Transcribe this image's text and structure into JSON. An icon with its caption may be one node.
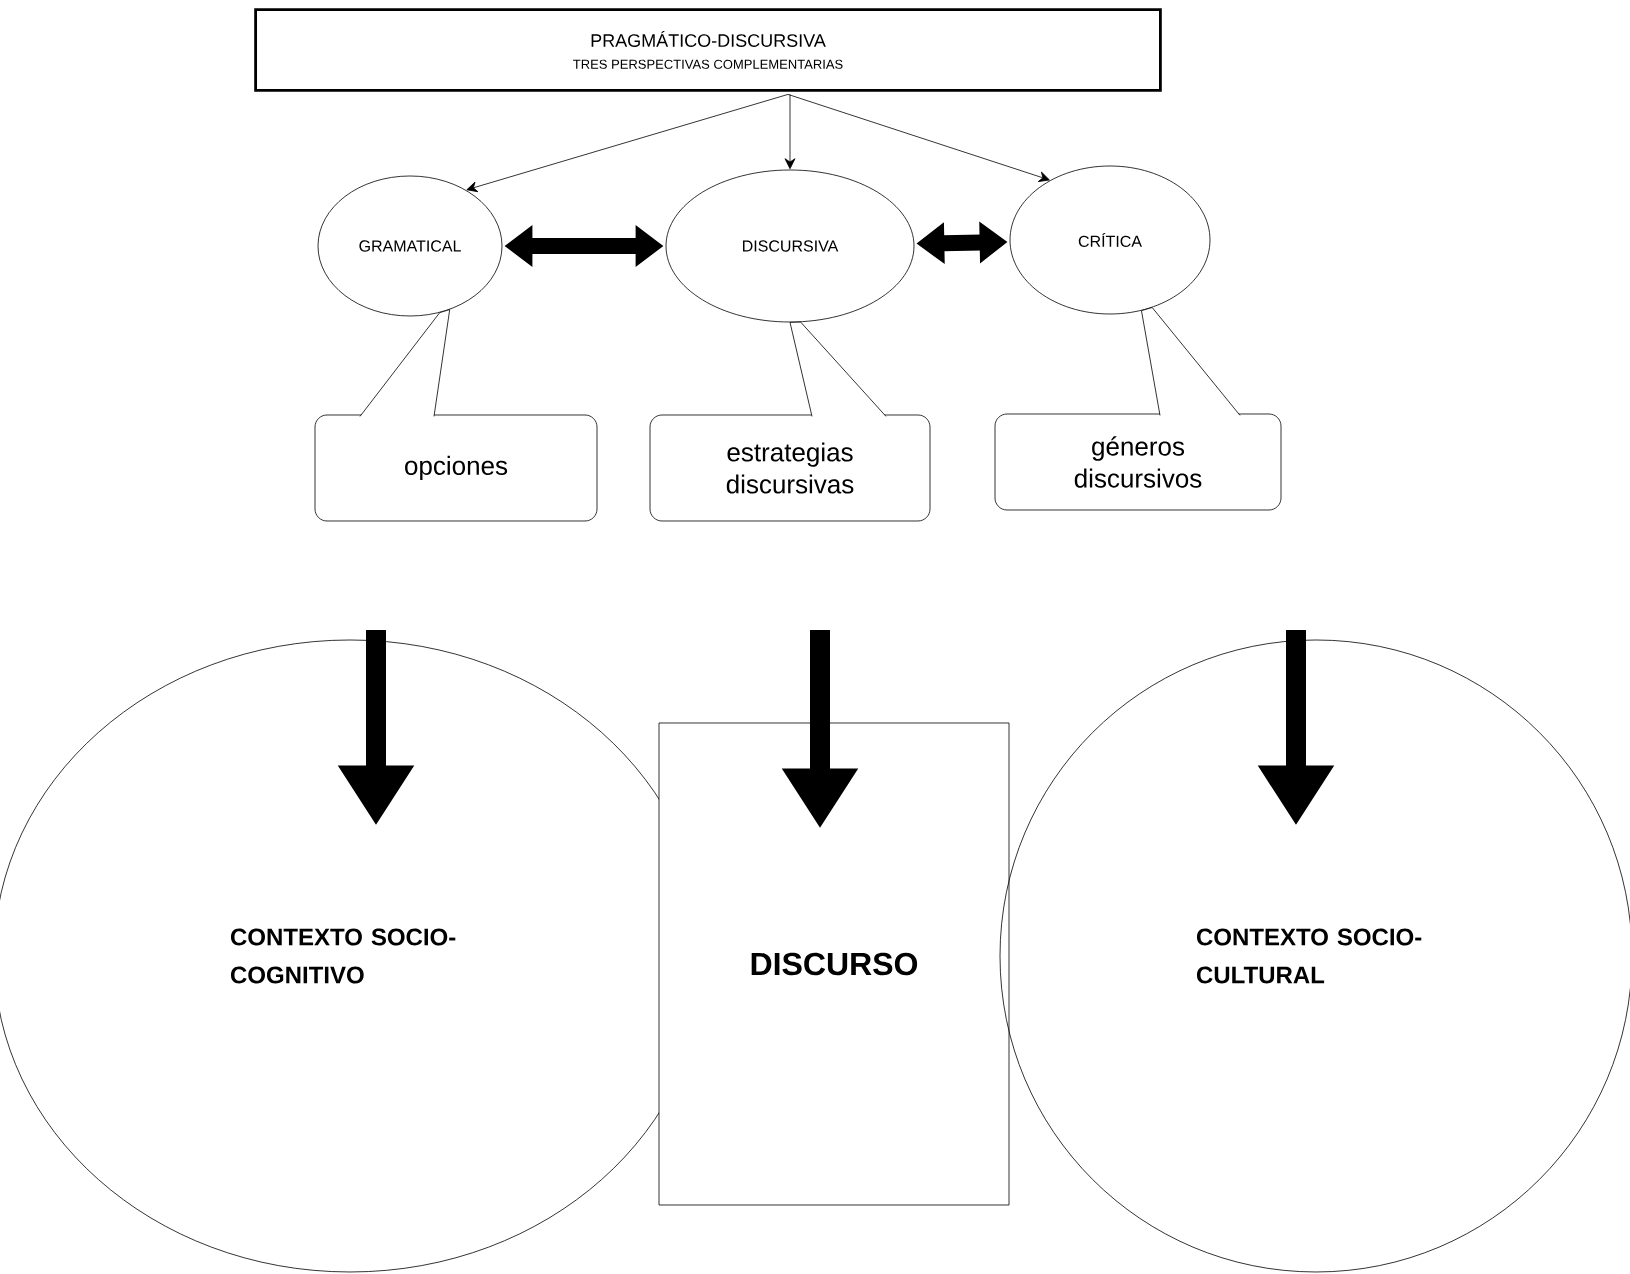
{
  "diagram": {
    "nodes": [
      {
        "text": [
          "PRAGMÁTICO-DISCURSIVA",
          "TRES PERSPECTIVAS COMPLEMENTARIAS"
        ]
      },
      {
        "text": [
          "GRAMATICAL"
        ]
      },
      {
        "text": [
          "DISCURSIVA"
        ]
      },
      {
        "text": [
          "CRÍTICA"
        ]
      },
      {
        "text": [
          "opciones"
        ]
      },
      {
        "text": [
          "estrategias discursivas"
        ]
      },
      {
        "text": [
          "géneros discursivos"
        ]
      },
      {
        "text": [
          "CONTEXTO SOCIO-COGNITIVO"
        ]
      },
      {
        "text": [
          "DISCURSO"
        ]
      },
      {
        "text": [
          "CONTEXTO SOCIO-CULTURAL"
        ]
      }
    ],
    "edges": [
      {
        "from": 0,
        "to": 1,
        "arrow": "to"
      },
      {
        "from": 0,
        "to": 2,
        "arrow": "to"
      },
      {
        "from": 0,
        "to": 3,
        "arrow": "to"
      },
      {
        "from": 1,
        "to": 2,
        "arrow": "both",
        "style": "thick"
      },
      {
        "from": 2,
        "to": 3,
        "arrow": "both",
        "style": "thick"
      },
      {
        "from": 4,
        "to": 1,
        "arrow": "none"
      },
      {
        "from": 5,
        "to": 2,
        "arrow": "none"
      },
      {
        "from": 6,
        "to": 3,
        "arrow": "none"
      },
      {
        "from": null,
        "to": 7,
        "arrow": "to",
        "style": "thick"
      },
      {
        "from": null,
        "to": 8,
        "arrow": "to",
        "style": "thick"
      },
      {
        "from": null,
        "to": 9,
        "arrow": "to",
        "style": "thick"
      }
    ]
  }
}
